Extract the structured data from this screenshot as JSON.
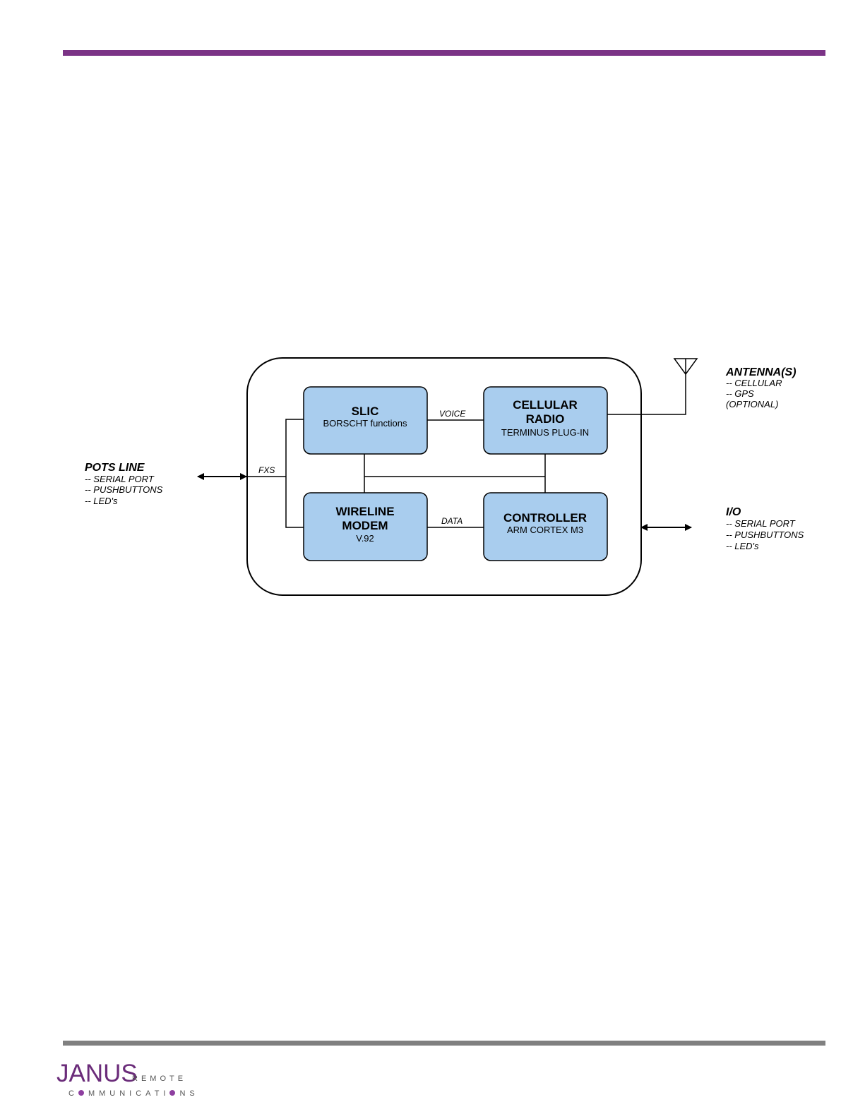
{
  "blocks": {
    "slic": {
      "title": "SLIC",
      "subtitle": "BORSCHT functions"
    },
    "cellular": {
      "title_line1": "CELLULAR",
      "title_line2": "RADIO",
      "subtitle": "TERMINUS PLUG-IN"
    },
    "modem": {
      "title_line1": "WIRELINE",
      "title_line2": "MODEM",
      "subtitle": "V.92"
    },
    "controller": {
      "title": "CONTROLLER",
      "subtitle": "ARM CORTEX M3"
    }
  },
  "line_labels": {
    "voice": "VOICE",
    "fxs": "FXS",
    "data": "DATA"
  },
  "pots": {
    "title": "POTS LINE",
    "items": [
      "-- SERIAL PORT",
      "-- PUSHBUTTONS",
      "-- LED's"
    ]
  },
  "antenna": {
    "title": "ANTENNA(S)",
    "items": [
      "-- CELLULAR",
      "-- GPS",
      "(OPTIONAL)"
    ]
  },
  "io": {
    "title": "I/O",
    "items": [
      "-- SERIAL PORT",
      "-- PUSHBUTTONS",
      "-- LED's"
    ]
  },
  "footer": {
    "logo_main": "JANUS",
    "logo_remote": "REMOTE",
    "logo_communications_a": "C",
    "logo_communications_b": "MMUNICATI",
    "logo_communications_c": "NS"
  },
  "colors": {
    "accent": "#7b3386",
    "block_fill": "#a9cdee",
    "rule_gray": "#808080"
  }
}
